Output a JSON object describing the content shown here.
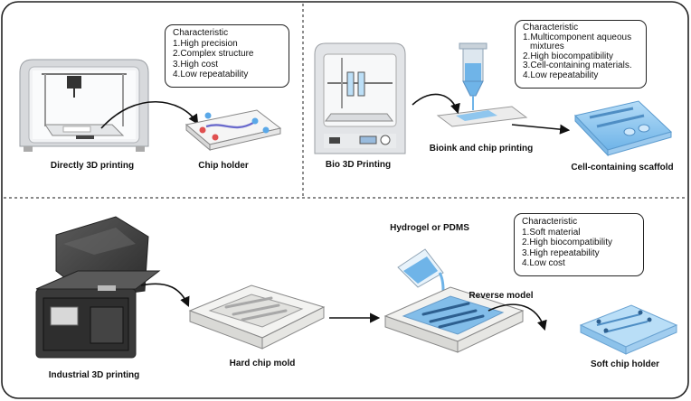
{
  "panels": {
    "direct": {
      "characteristic": {
        "title": "Characteristic",
        "items": [
          "1.High precision",
          "2.Complex structure",
          "3.High cost",
          "4.Low repeatability"
        ]
      },
      "labels": {
        "printer": "Directly 3D printing",
        "product": "Chip holder"
      }
    },
    "bio": {
      "characteristic": {
        "title": "Characteristic",
        "items": [
          "1.Multicomponent aqueous",
          "mixtures",
          "2.High biocompatibility",
          "3.Cell-containing materials.",
          "4.Low repeatability"
        ]
      },
      "labels": {
        "printer": "Bio 3D Printing",
        "step": "Bioink and chip printing",
        "product": "Cell-containing scaffold"
      }
    },
    "industrial": {
      "characteristic": {
        "title": "Characteristic",
        "items": [
          "1.Soft material",
          "2.High biocompatibility",
          "3.High repeatability",
          "4.Low cost"
        ]
      },
      "labels": {
        "printer": "Industrial 3D printing",
        "mold": "Hard chip mold",
        "pour": "Hydrogel or PDMS",
        "reverse": "Reverse model",
        "product": "Soft chip holder"
      }
    }
  },
  "colors": {
    "outline": "#222222",
    "divider": "#444444",
    "printer_body": "#d4d6d9",
    "printer_frame": "#eceef0",
    "chip_blue": "#8fc6ee",
    "liquid_blue": "#6fb4e8",
    "red_port": "#e05050",
    "dark_printer": "#3a3a3a"
  }
}
